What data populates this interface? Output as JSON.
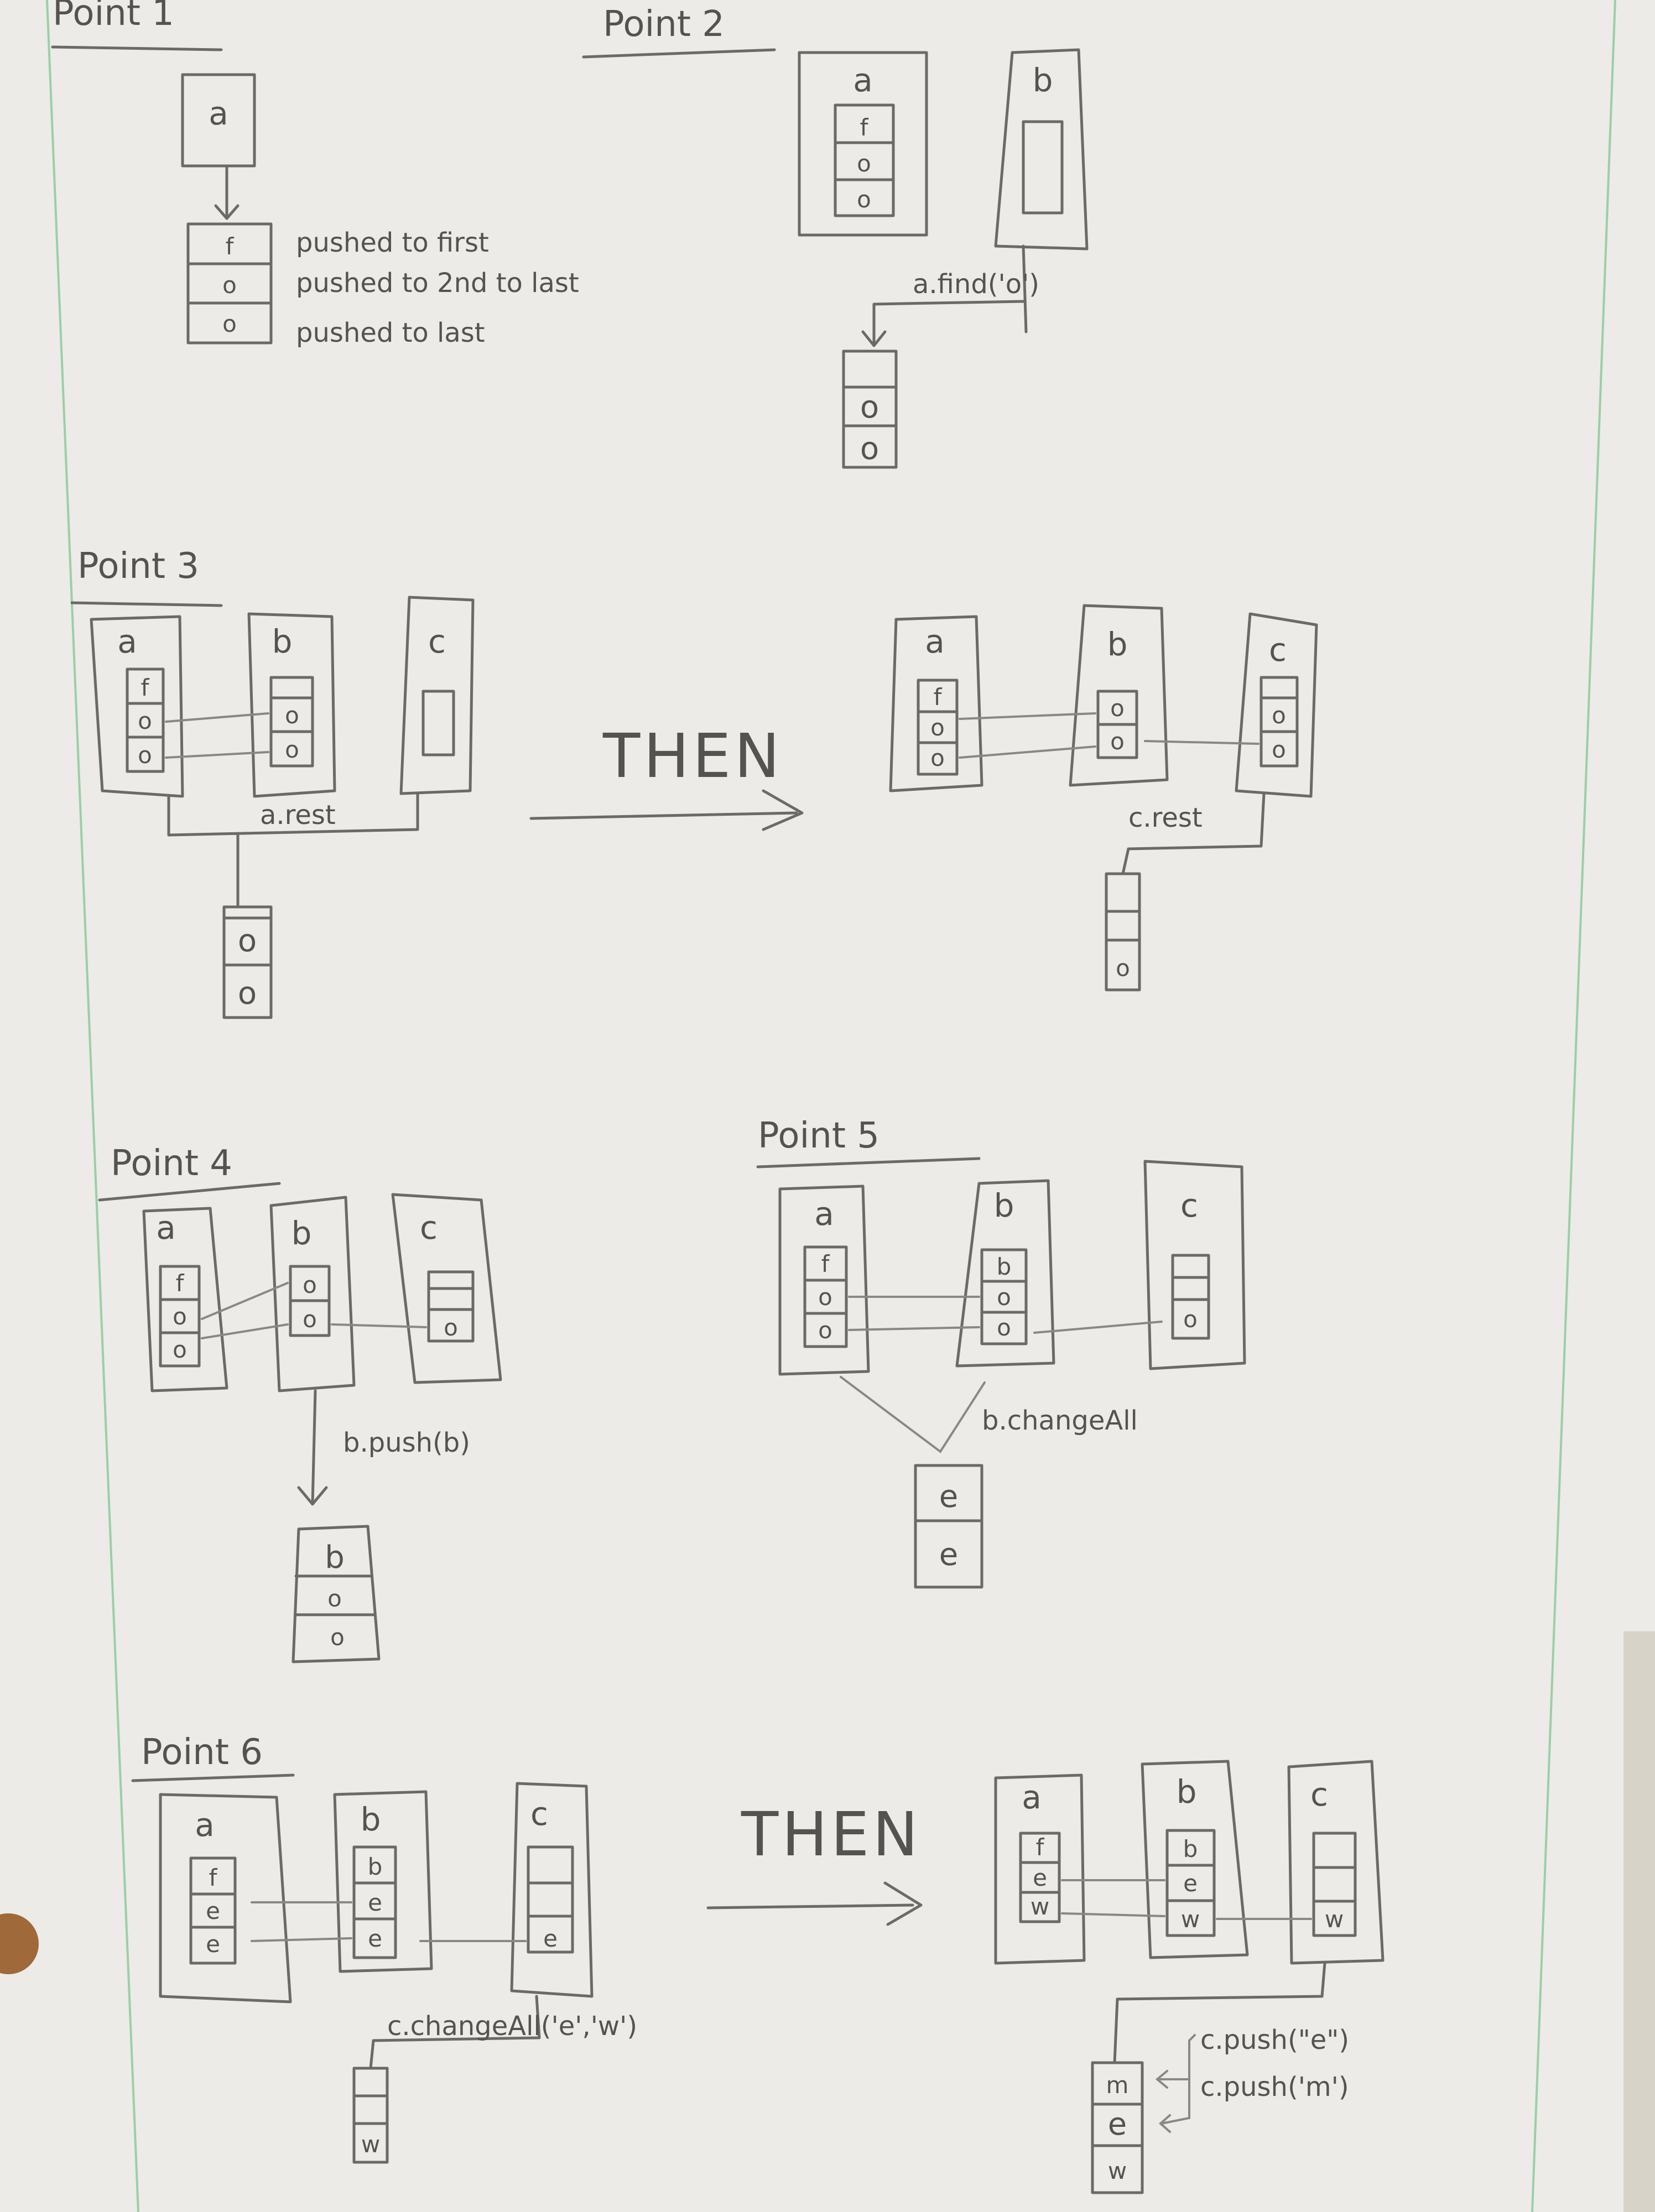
{
  "sections": {
    "point1": {
      "title": "Point 1",
      "object": "a",
      "cells": [
        "f",
        "o",
        "o"
      ],
      "notes": [
        "pushed to first",
        "pushed to 2nd to last",
        "pushed to last"
      ]
    },
    "point2": {
      "title": "Point 2",
      "a_label": "a",
      "a_cells": [
        "f",
        "o",
        "o"
      ],
      "b_label": "b",
      "call": "a.find('o')",
      "result_cells": [
        "o",
        "o"
      ]
    },
    "point3": {
      "title": "Point 3",
      "left": {
        "labels": [
          "a",
          "b",
          "c"
        ],
        "a_cells": [
          "f",
          "o",
          "o"
        ],
        "b_cells": [
          "o",
          "o"
        ],
        "call": "a.rest",
        "result_cells": [
          "o",
          "o"
        ]
      },
      "then": "THEN",
      "right": {
        "labels": [
          "a",
          "b",
          "c"
        ],
        "a_cells": [
          "f",
          "o",
          "o"
        ],
        "b_cells": [
          "o",
          "o"
        ],
        "c_cells": [
          "o",
          "o"
        ],
        "call": "c.rest",
        "result_cells": [
          "o"
        ]
      }
    },
    "point4": {
      "title": "Point 4",
      "labels": [
        "a",
        "b",
        "c"
      ],
      "a_cells": [
        "f",
        "o",
        "o"
      ],
      "b_cells": [
        "o",
        "o"
      ],
      "c_cells": [
        "o"
      ],
      "call": "b.push(b)",
      "result_cells": [
        "b",
        "o",
        "o"
      ]
    },
    "point5": {
      "title": "Point 5",
      "labels": [
        "a",
        "b",
        "c"
      ],
      "a_cells": [
        "f",
        "o",
        "o"
      ],
      "b_cells": [
        "b",
        "o",
        "o"
      ],
      "c_cells": [
        "o"
      ],
      "call": "b.changeAll",
      "result_cells": [
        "e",
        "e"
      ]
    },
    "point6": {
      "title": "Point 6",
      "left": {
        "labels": [
          "a",
          "b",
          "c"
        ],
        "a_cells": [
          "f",
          "e",
          "e"
        ],
        "b_cells": [
          "b",
          "e",
          "e"
        ],
        "c_cells": [
          "e"
        ],
        "call": "c.changeAll('e','w')",
        "result_cells": [
          "w"
        ]
      },
      "then": "THEN",
      "right": {
        "labels": [
          "a",
          "b",
          "c"
        ],
        "a_cells": [
          "f",
          "e",
          "w"
        ],
        "b_cells": [
          "b",
          "e",
          "w"
        ],
        "c_cells": [
          "w"
        ],
        "result_cells": [
          "m",
          "e",
          "w"
        ],
        "calls": [
          "c.push(\"e\")",
          "c.push('m')"
        ]
      }
    }
  }
}
